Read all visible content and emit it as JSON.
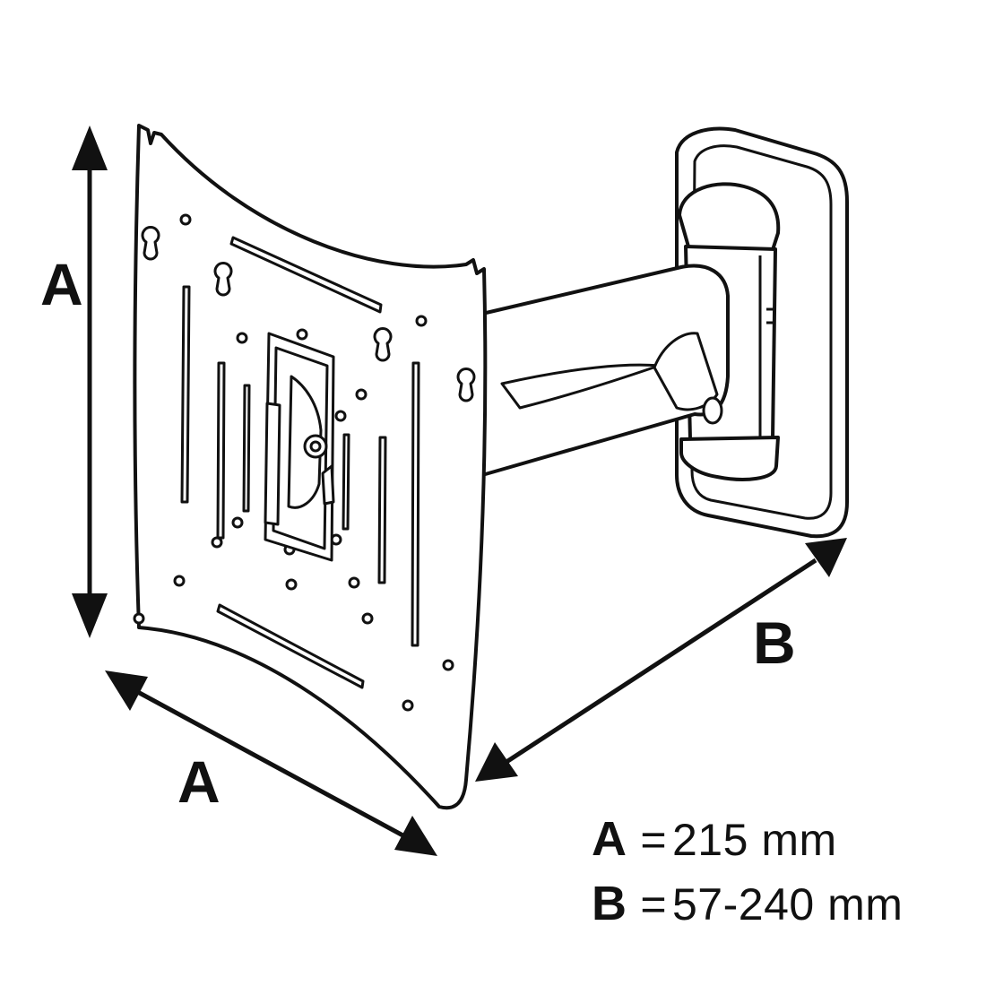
{
  "diagram": {
    "labels": {
      "height": "A",
      "width": "A",
      "depth": "B"
    },
    "legend": [
      {
        "key": "A",
        "equals": "=",
        "value": "215 mm"
      },
      {
        "key": "B",
        "equals": "=",
        "value": "57-240 mm"
      }
    ],
    "colors": {
      "ink": "#111111",
      "paper": "#ffffff"
    }
  }
}
